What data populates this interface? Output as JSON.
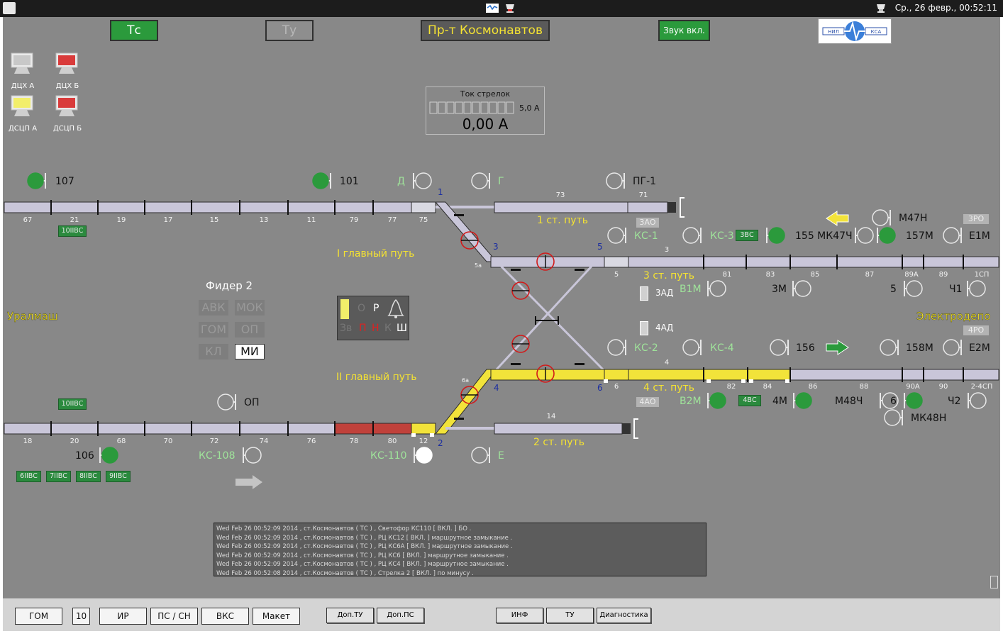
{
  "topbar": {
    "clock": "Ср., 26 февр., 00:52:11"
  },
  "header": {
    "tc": "Тс",
    "tu": "Ту",
    "station": "Пр-т Космонавтов",
    "sound": "Звук вкл.",
    "logo_left": "НИЛ",
    "logo_right": "КСА"
  },
  "monitors": [
    {
      "label": "ДЦХ А",
      "color": "#c8c8c8"
    },
    {
      "label": "ДЦХ Б",
      "color": "#d93b3b"
    },
    {
      "label": "ДСЦП А",
      "color": "#f2ee6a"
    },
    {
      "label": "ДСЦП Б",
      "color": "#d93b3b"
    }
  ],
  "current": {
    "title": "Ток стрелок",
    "scale": "5,0 А",
    "value": "0,00 А"
  },
  "feeder": {
    "title": "Фидер 2",
    "buttons": [
      "АВК",
      "МОК",
      "ГОМ",
      "ОП",
      "КЛ",
      "МИ"
    ]
  },
  "indicator": {
    "o": "О",
    "r": "Р",
    "zv": "Зв",
    "p": "П",
    "n": "Н",
    "k": "К",
    "sh": "Ш"
  },
  "directions": {
    "left": "Уралмаш",
    "right": "Электродепо"
  },
  "tracks": {
    "main1": "I главный путь",
    "main2": "II главный путь",
    "t1": "1 ст. путь",
    "t2": "2 ст. путь",
    "t3": "3 ст. путь",
    "t4": "4 ст. путь"
  },
  "upper_section_labels": [
    "67",
    "21",
    "19",
    "17",
    "15",
    "13",
    "11",
    "79",
    "77",
    "75"
  ],
  "lower_section_labels": [
    "18",
    "20",
    "68",
    "70",
    "72",
    "74",
    "76",
    "78",
    "80",
    "12"
  ],
  "right3_labels": [
    "5",
    "81",
    "83",
    "85",
    "87",
    "89А",
    "89",
    "1СП"
  ],
  "right4_labels": [
    "6",
    "82",
    "84",
    "86",
    "88",
    "90А",
    "90",
    "2-4СП"
  ],
  "section_numbers": {
    "s73": "73",
    "s71": "71",
    "s3": "3",
    "s14": "14",
    "s4": "4",
    "s5a": "5а",
    "s6a": "6а"
  },
  "switch_numbers": {
    "n1": "1",
    "n2": "2",
    "n3": "3",
    "n4": "4",
    "n5": "5",
    "n6": "6"
  },
  "signals": {
    "s107": "107",
    "s101": "101",
    "d": "Д",
    "g": "Г",
    "pg1": "ПГ-1",
    "ks1": "КС-1",
    "ks3": "КС-3",
    "s155": "155 МК47Ч",
    "s157": "157М",
    "e1m": "Е1М",
    "m47n": "М47Н",
    "b1m": "В1М",
    "s3m": "3М",
    "s5": "5",
    "ch1": "Ч1",
    "ks2": "КС-2",
    "ks4": "КС-4",
    "s156": "156",
    "s158": "158М",
    "e2m": "Е2М",
    "b2m": "В2М",
    "s4m": "4М",
    "m48ch": "М48Ч",
    "s6": "6",
    "ch2": "Ч2",
    "mk48n": "МК48Н",
    "op": "ОП",
    "s106": "106",
    "ks108": "КС-108",
    "ks110": "КС-110",
    "e": "Е"
  },
  "badges": {
    "ibc10_top": "10IIВС",
    "ibc10_bottom": "10IIВС",
    "ibc6": "6IIВС",
    "ibc7": "7IIВС",
    "ibc8": "8IIВС",
    "ibc9": "9IIВС",
    "zbc3": "3ВС",
    "zbc4": "4ВС",
    "zao": "3АО",
    "zad": "3АД",
    "ad4": "4АД",
    "ao4": "4АО",
    "ro3": "3РО",
    "ro4": "4РО"
  },
  "log": [
    "Wed Feb 26 00:52:09 2014 , ст.Космонавтов ( ТС ) , Светофор КС110  [ ВКЛ. ] БО .",
    "Wed Feb 26 00:52:09 2014 , ст.Космонавтов ( ТС ) , РЦ КС12  [ ВКЛ. ] маршрутное замыкание .",
    "Wed Feb 26 00:52:09 2014 , ст.Космонавтов ( ТС ) , РЦ КС6А  [ ВКЛ. ] маршрутное замыкание .",
    "Wed Feb 26 00:52:09 2014 , ст.Космонавтов ( ТС ) , РЦ КС6  [ ВКЛ. ] маршрутное замыкание .",
    "Wed Feb 26 00:52:09 2014 , ст.Космонавтов ( ТС ) , РЦ КС4  [ ВКЛ. ] маршрутное замыкание .",
    "Wed Feb 26 00:52:08 2014 , ст.Космонавтов ( ТС ) , Стрелка 2  [ ВКЛ. ] по минусу ."
  ],
  "bottom": {
    "gom": "ГОМ",
    "num": "10",
    "ir": "ИР",
    "pssn": "ПС / СН",
    "vks": "ВКС",
    "maket": "Макет",
    "dop_tu": "Доп.ТУ",
    "dop_ps": "Доп.ПС",
    "inf": "ИНФ",
    "tu": "ТУ",
    "diag": "Диагностика"
  },
  "colors": {
    "background": "#888888",
    "track": "#c9c6d9",
    "route": "#f2e33a",
    "occupied": "#c0413b",
    "green": "#2b9a3c",
    "signal_label": "#9fe39a",
    "track_label": "#f4e232"
  }
}
